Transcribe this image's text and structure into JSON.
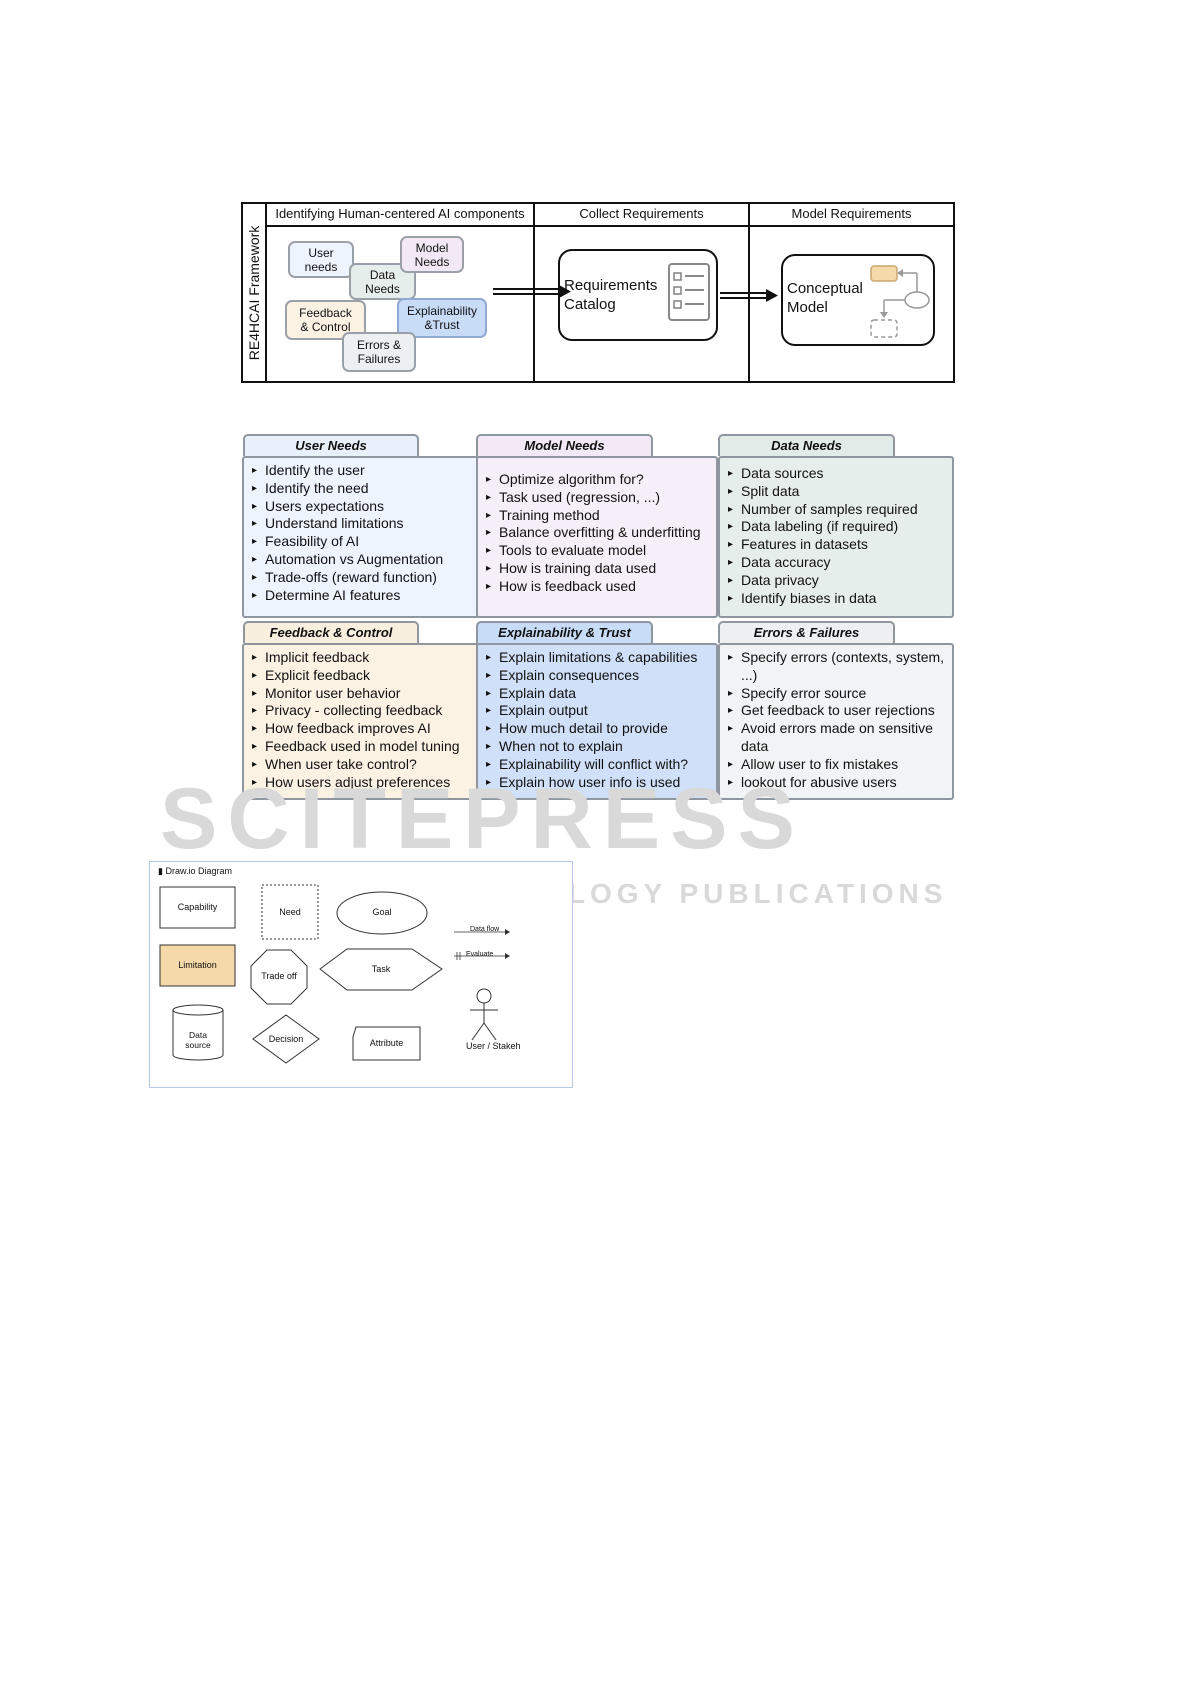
{
  "framework": {
    "side_label": "RE4HCAI Framework",
    "headers": [
      "Identifying Human-centered AI components",
      "Collect Requirements",
      "Model Requirements"
    ],
    "components": {
      "user_needs": "User needs",
      "model_needs": "Model Needs",
      "data_needs": "Data Needs",
      "feedback_control": "Feedback & Control",
      "explainability_trust": "Explainability &Trust",
      "errors_failures": "Errors & Failures"
    },
    "requirements_catalog": "Requirements Catalog",
    "conceptual_model": "Conceptual Model"
  },
  "cards": [
    {
      "title": "User Needs",
      "color": "#edf4fd",
      "tab_color": "#e8f0fb",
      "items": [
        "Identify the user",
        "Identify the need",
        "Users expectations",
        "Understand limitations",
        "Feasibility of AI",
        "Automation vs Augmentation",
        "Trade-offs (reward function)",
        "Determine AI features"
      ]
    },
    {
      "title": "Model Needs",
      "color": "#f6eef8",
      "tab_color": "#f3e9f6",
      "items": [
        "Optimize algorithm for?",
        "Task used (regression, ...)",
        "Training method",
        "Balance overfitting & underfitting",
        "Tools to evaluate model",
        "How is training data used",
        "How is feedback used"
      ]
    },
    {
      "title": "Data Needs",
      "color": "#e6eeec",
      "tab_color": "#e1ebe8",
      "items": [
        "Data sources",
        "Split data",
        "Number of samples required",
        "Data labeling (if required)",
        "Features in datasets",
        "Data accuracy",
        "Data privacy",
        "Identify biases in data"
      ]
    },
    {
      "title": "Feedback & Control",
      "color": "#fbf2e4",
      "tab_color": "#f9efdf",
      "items": [
        "Implicit feedback",
        "Explicit feedback",
        "Monitor user behavior",
        "Privacy - collecting feedback",
        "How feedback improves AI",
        "Feedback used in model tuning",
        "When user take control?",
        "How users adjust preferences"
      ]
    },
    {
      "title": "Explainability & Trust",
      "color": "#cfe0f8",
      "tab_color": "#c9dcf7",
      "items": [
        "Explain limitations & capabilities",
        "Explain consequences",
        "Explain data",
        "Explain output",
        "How much detail to provide",
        "When not to explain",
        "Explainability will conflict with?",
        "Explain how user info is used"
      ]
    },
    {
      "title": "Errors & Failures",
      "color": "#f2f3f4",
      "tab_color": "#eeeff1",
      "items": [
        "Specify errors (contexts, system, ...)",
        "Specify error source",
        "Get feedback to user rejections",
        "Avoid errors made on sensitive data",
        "Allow user to fix mistakes",
        "lookout for abusive users"
      ]
    }
  ],
  "watermark": {
    "main": "SCITEPRESS",
    "sub": "SCIENCE AND TECHNOLOGY PUBLICATIONS"
  },
  "drawio": {
    "title": "Draw.io Diagram",
    "shapes": {
      "capability": "Capability",
      "need": "Need",
      "goal": "Goal",
      "data_flow": "Data flow",
      "limitation": "Limitation",
      "trade_off": "Trade off",
      "task": "Task",
      "evaluate": "Evaluate",
      "data_source": "Data source",
      "decision": "Decision",
      "attribute": "Attribute",
      "user_stakeholder": "User / Stakeh"
    },
    "limitation_color": "#f6d9a8"
  }
}
